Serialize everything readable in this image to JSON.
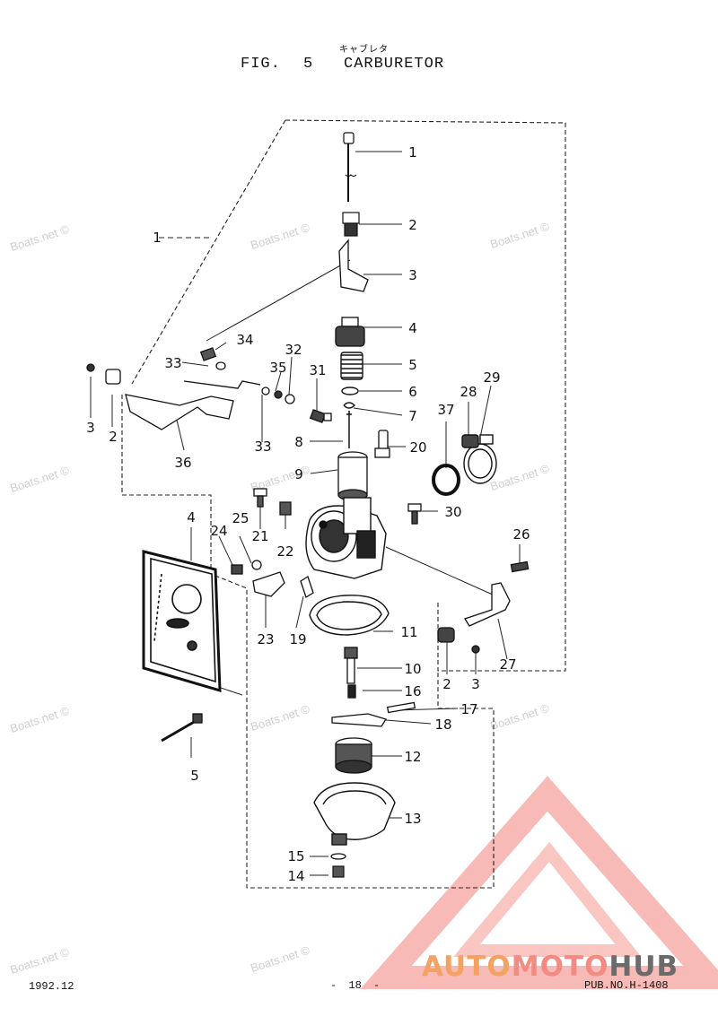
{
  "header": {
    "katakana": "キャブレタ",
    "fig_label": "FIG. 5",
    "title": "CARBURETOR"
  },
  "watermark": "Boats.net ©",
  "callouts": [
    "1",
    "2",
    "3",
    "4",
    "5",
    "6",
    "7",
    "8",
    "9",
    "10",
    "11",
    "12",
    "13",
    "14",
    "15",
    "16",
    "17",
    "18",
    "19",
    "20",
    "21",
    "22",
    "23",
    "24",
    "25",
    "26",
    "27",
    "28",
    "29",
    "30",
    "31",
    "32",
    "33",
    "34",
    "35",
    "36",
    "37"
  ],
  "footer": {
    "date": "1992.12",
    "page": "- 18 -",
    "pub_no": "PUB.NO.H-1408"
  },
  "logo": {
    "part1": "AUTO",
    "part2": "MOTO",
    "part3": "HUB",
    "colors": {
      "orange": "#f4a261",
      "pink": "#f28b82",
      "gray": "#6b6b6b"
    }
  }
}
